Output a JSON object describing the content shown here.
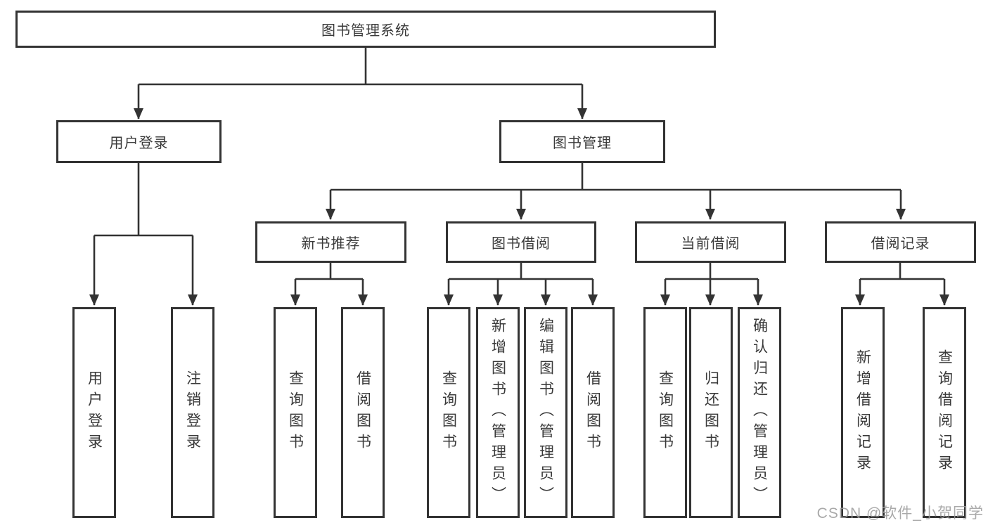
{
  "tree": {
    "label": "图书管理系统",
    "children": [
      {
        "label": "用户登录",
        "children": [
          {
            "label": "用户登录"
          },
          {
            "label": "注销登录"
          }
        ]
      },
      {
        "label": "图书管理",
        "children": [
          {
            "label": "新书推荐",
            "children": [
              {
                "label": "查询图书"
              },
              {
                "label": "借阅图书"
              }
            ]
          },
          {
            "label": "图书借阅",
            "children": [
              {
                "label": "查询图书"
              },
              {
                "label": "新增图书（管理员）"
              },
              {
                "label": "编辑图书（管理员）"
              },
              {
                "label": "借阅图书"
              }
            ]
          },
          {
            "label": "当前借阅",
            "children": [
              {
                "label": "查询图书"
              },
              {
                "label": "归还图书"
              },
              {
                "label": "确认归还（管理员）"
              }
            ]
          },
          {
            "label": "借阅记录",
            "children": [
              {
                "label": "新增借阅记录"
              },
              {
                "label": "查询借阅记录"
              }
            ]
          }
        ]
      }
    ]
  },
  "watermark": "CSDN @软件_小贺同学",
  "colors": {
    "line": "#333333",
    "border": "#333333",
    "text": "#3a3a3a",
    "watermark_text": "#9b9b9b",
    "background": "#ffffff"
  }
}
